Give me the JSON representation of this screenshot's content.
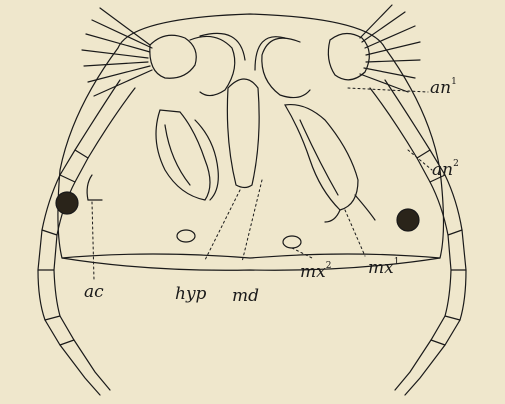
{
  "figure": {
    "labels": {
      "an1": {
        "text": "an",
        "sup": "1"
      },
      "an2": {
        "text": "an",
        "sup": "2"
      },
      "ac": {
        "text": "ac"
      },
      "hyp": {
        "text": "hyp"
      },
      "md": {
        "text": "md"
      },
      "mx2": {
        "text": "mx",
        "sup": "2"
      },
      "mx1": {
        "text": "mx",
        "sup": "1"
      }
    },
    "colors": {
      "paper": "#efe7cc",
      "ink": "#1a1a1a"
    }
  }
}
